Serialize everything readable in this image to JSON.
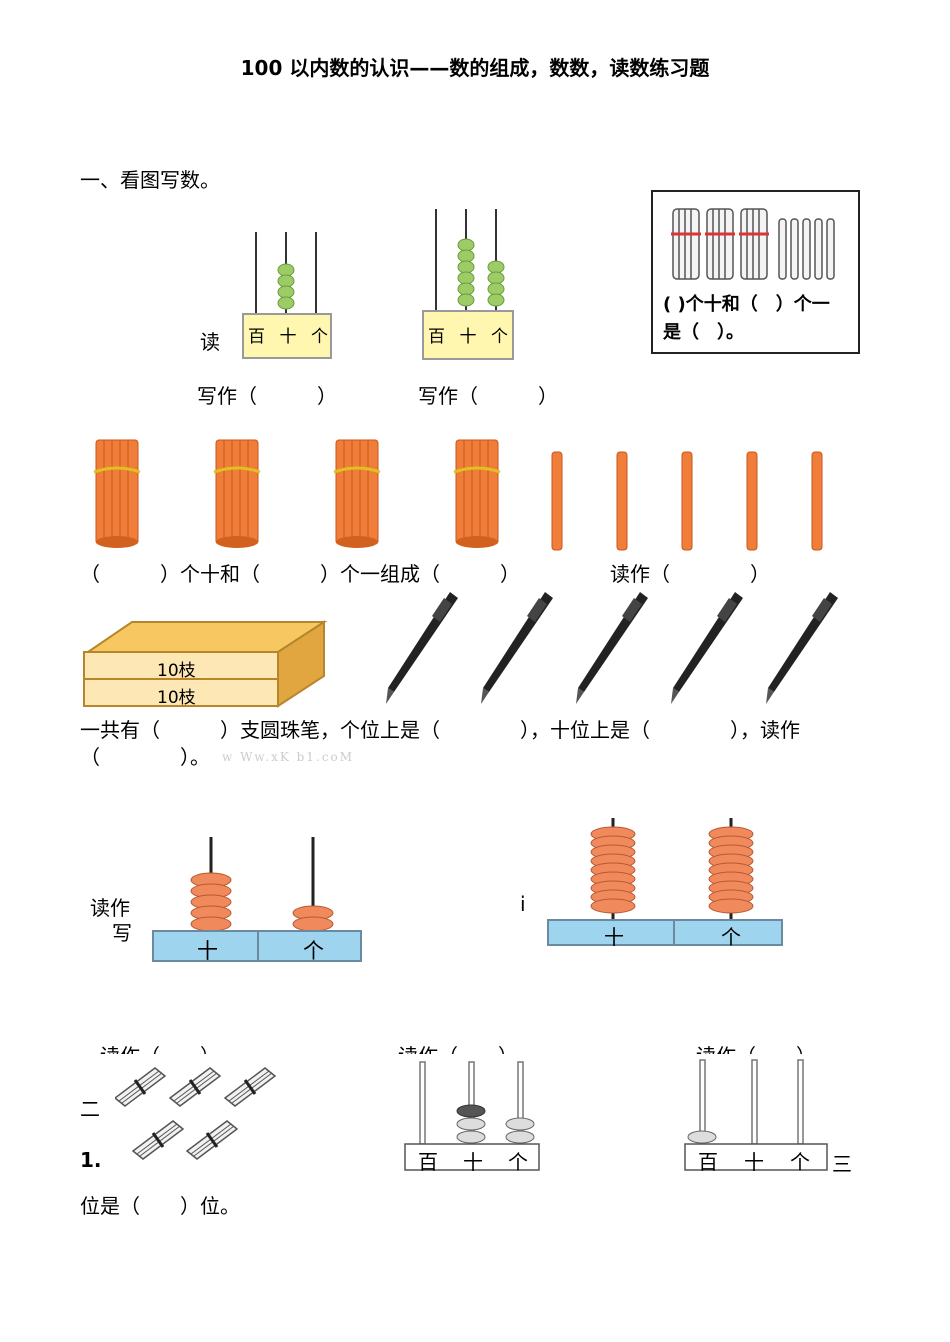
{
  "title": "100 以内数的认识——数的组成，数数，读数练习题",
  "section1": {
    "heading": "一、看图写数。"
  },
  "abacus1": {
    "read_label": "读",
    "cols": [
      "百",
      "十",
      "个"
    ],
    "write": "写作（　　　）"
  },
  "abacus2": {
    "cols": [
      "百",
      "十",
      "个"
    ],
    "write": "写作（　　　）"
  },
  "sticks_box": {
    "line1": "( )个十和（　）个一",
    "line2": "是（　）。"
  },
  "sticks_row": {
    "text1": "（　　　）个十和（　　　）个一组成（　　　）",
    "text2": "读作（　　　　）"
  },
  "pens_box": {
    "label1": "10枝",
    "label2": "10枝"
  },
  "pens_text": {
    "line1": "一共有（　　　）支圆珠笔，个位上是（　　　　），十位上是（　　　　），读作",
    "line2": "（　　　　）。",
    "watermark": "w Ww.xK b1.coM"
  },
  "abacus3": {
    "read": "读作",
    "write": "写",
    "cols": [
      "十",
      "个"
    ]
  },
  "abacus4": {
    "partial": "i",
    "cols": [
      "十",
      "个"
    ]
  },
  "row4": {
    "read1": "读作（　　）",
    "read2": "读作（　　）",
    "read3": "读作（　　）"
  },
  "section2": {
    "partial": "二",
    "item": "1.",
    "cols_a": [
      "百",
      "十",
      "个"
    ],
    "cols_b": [
      "百",
      "十",
      "个"
    ],
    "suffix": "三",
    "bottom": "位是（　　）位。"
  },
  "colors": {
    "bead_green": "#9ccc65",
    "bead_orange": "#f08a5d",
    "stick_orange": "#f07d3a",
    "board_blue": "#9fd4ee",
    "box_yellow": "#fff7b0"
  }
}
